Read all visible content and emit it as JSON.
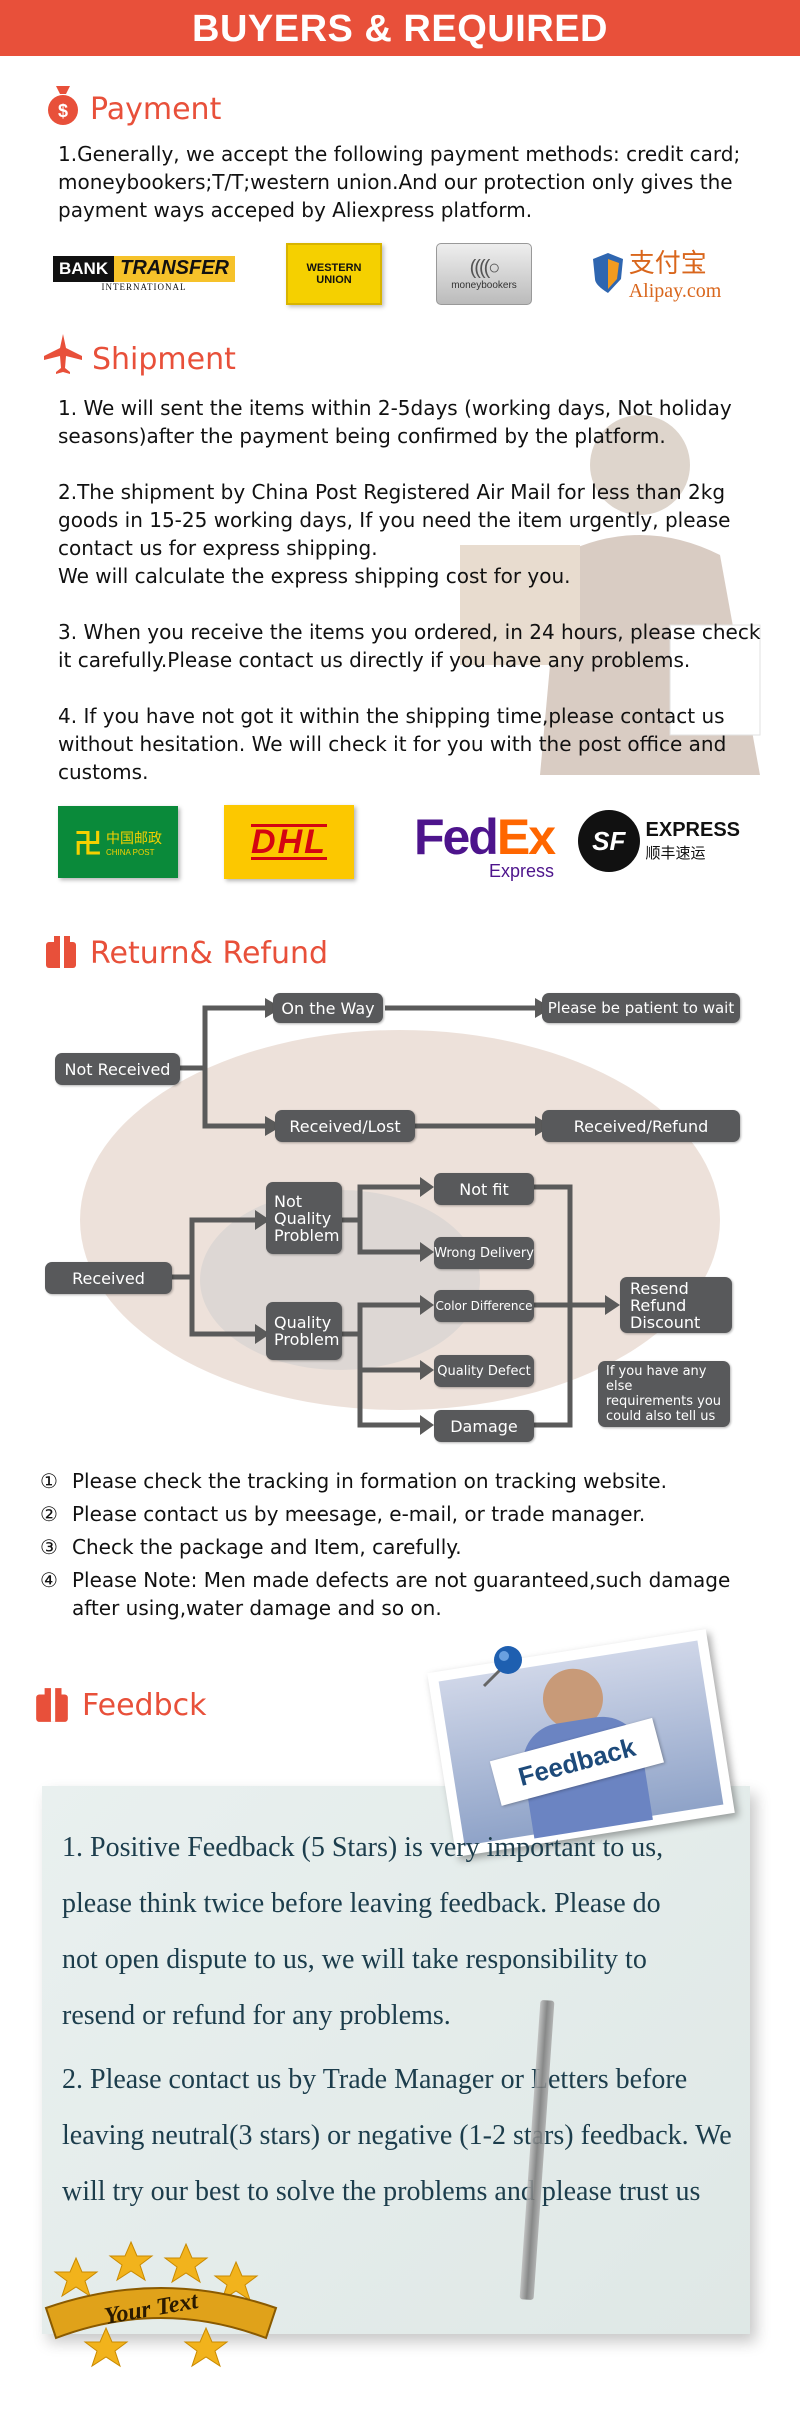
{
  "banner": {
    "title": "BUYERS & REQUIRED"
  },
  "payment": {
    "title": "Payment",
    "text": "1.Generally, we accept the following payment methods: credit card;\nmoneybookers;T/T;western union.And our protection only gives the\npayment ways acceped by Aliexpress platform.",
    "logos": {
      "bank_a": "BANK",
      "bank_b": "TRANSFER",
      "bank_c": "INTERNATIONAL",
      "wu_a": "WESTERN",
      "wu_b": "UNION",
      "moneybookers": "moneybookers",
      "alipay_cn": "支付宝",
      "alipay": "Alipay.com"
    }
  },
  "shipment": {
    "title": "Shipment",
    "items": [
      "1. We will sent the items within 2-5days (working days, Not holiday\nseasons)after the payment being confirmed by the platform.",
      "2.The shipment by China Post Registered Air Mail for less than  2kg\ngoods in 15-25 working days, If  you need the item urgently, please\ncontact us for express shipping.\nWe will calculate the express shipping cost for you.",
      "3. When you receive the items you ordered, in 24 hours, please check\n it carefully.Please contact us directly if you have any problems.",
      "4. If you have not got it within the shipping time,please contact us\nwithout hesitation. We will check it for you with the post office and\ncustoms."
    ],
    "logos": {
      "cp_cn": "中国邮政",
      "cp_en": "CHINA POST",
      "dhl": "DHL",
      "fed": "Fed",
      "ex": "Ex",
      "fedex_sub": "Express",
      "sf": "SF",
      "sf_express": "EXPRESS",
      "sf_cn": "顺丰速运"
    }
  },
  "refund": {
    "title": "Return& Refund",
    "flow": {
      "not_received": "Not Received",
      "on_the_way": "On the Way",
      "be_patient": "Please be patient to wait",
      "received_lost": "Received/Lost",
      "received_refund": "Received/Refund",
      "received": "Received",
      "not_quality": "Not\nQuality\nProblem",
      "quality": "Quality\nProblem",
      "not_fit": "Not fit",
      "wrong_delivery": "Wrong Delivery",
      "color_difference": "Color Difference",
      "quality_defect": "Quality Defect",
      "damage": "Damage",
      "resend": "Resend\nRefund\nDiscount",
      "other": "If you have any else\nrequirements you\ncould also tell us"
    },
    "notes": [
      {
        "n": "①",
        "t": "Please check the tracking in formation on tracking website."
      },
      {
        "n": "②",
        "t": "Please contact us by meesage, e-mail, or trade manager."
      },
      {
        "n": "③",
        "t": "Check the package and Item, carefully."
      },
      {
        "n": "④",
        "t": "Please Note: Men made defects  are not guaranteed,such damage\nafter using,water damage and so on."
      }
    ]
  },
  "feedback": {
    "title": "Feedbck",
    "sign": "Feedback",
    "p1": "1. Positive Feedback (5 Stars) is very important to us,\nplease think twice before leaving feedback. Please do\nnot open dispute to us,   we will take responsibility to\nresend or refund for any problems.",
    "p2": "2. Please contact us by Trade Manager or Letters before\nleaving neutral(3 stars) or negative (1-2 stars) feedback. We\nwill try our best to solve the problems and please trust us",
    "badge": "Your Text"
  },
  "colors": {
    "accent": "#e8503a",
    "box": "#58595b",
    "text_blue": "#1c3d4c"
  }
}
